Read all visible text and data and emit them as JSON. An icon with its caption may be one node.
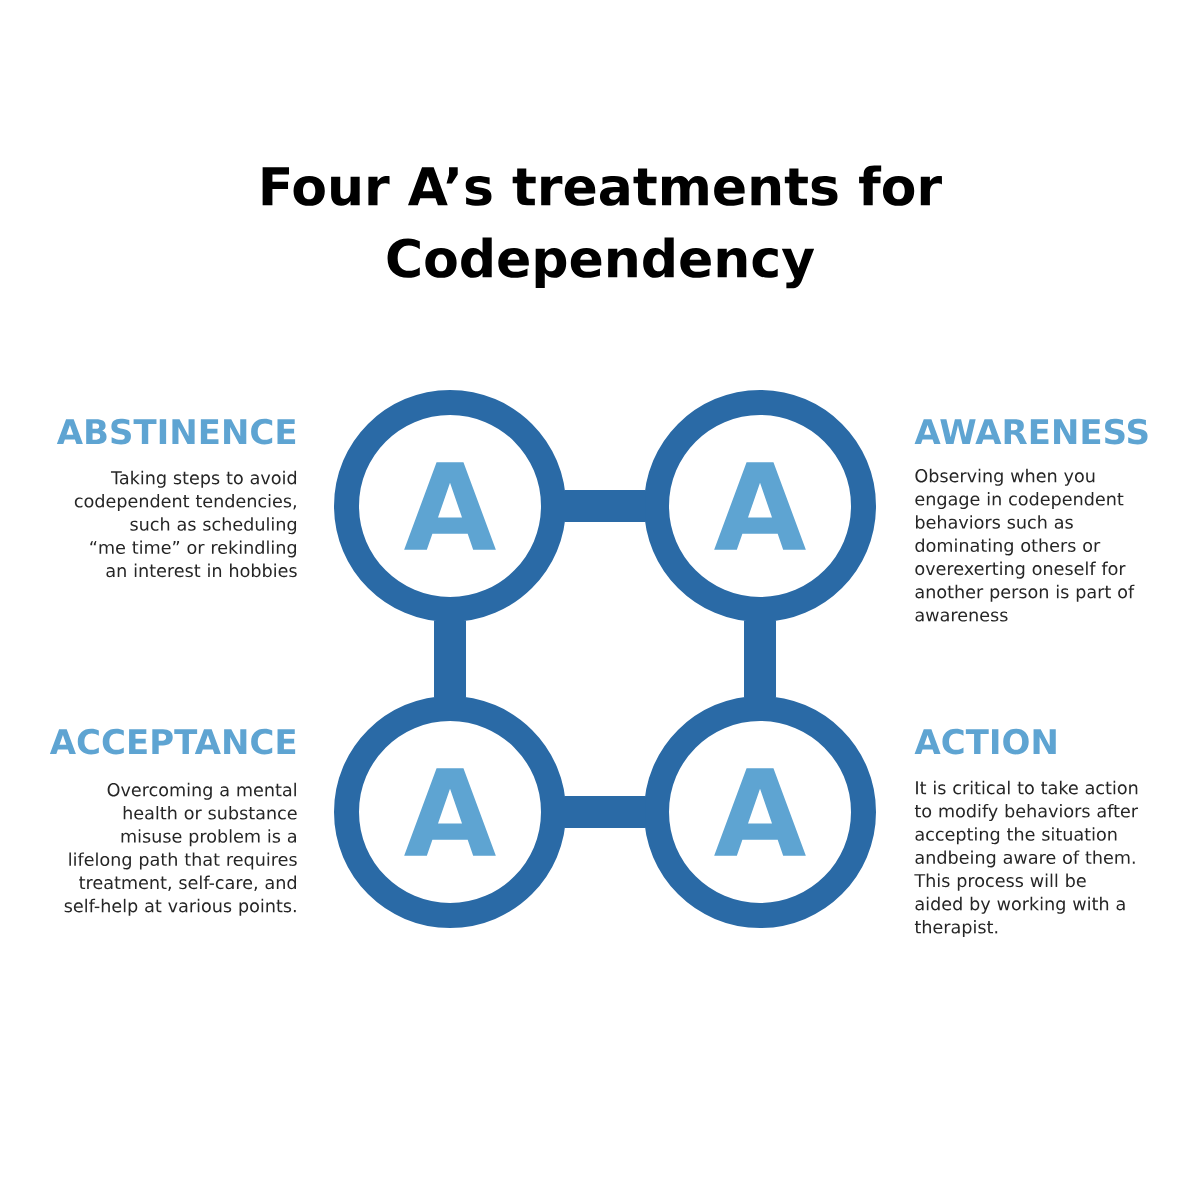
{
  "diagram": {
    "title": "Four A’s treatments for Codependency",
    "nodes": [
      {
        "text": [
          "A"
        ],
        "beside": [
          "ABSTINENCE",
          "Taking steps to avoid codependent tendencies, such as scheduling “me time” or rekindling an interest in hobbies"
        ]
      },
      {
        "text": [
          "A"
        ],
        "beside": [
          "AWARENESS",
          "Observing when you engage in codependent behaviors such as dominating others or overexerting oneself for another person is part of awareness"
        ]
      },
      {
        "text": [
          "A"
        ],
        "beside": [
          "ACCEPTANCE",
          "Overcoming a mental health or substance misuse problem is a lifelong path that requires treatment, self-care, and self-help at various points."
        ]
      },
      {
        "text": [
          "A"
        ],
        "beside": [
          "ACTION",
          "It is critical to take action to modify behaviors after accepting the situation andbeing aware of them. This process will be aided by working with a therapist."
        ]
      }
    ],
    "edges": [
      {
        "from": 0,
        "to": 1,
        "arrow": "none"
      },
      {
        "from": 0,
        "to": 2,
        "arrow": "none"
      },
      {
        "from": 1,
        "to": 3,
        "arrow": "none"
      },
      {
        "from": 2,
        "to": 3,
        "arrow": "none"
      }
    ]
  }
}
